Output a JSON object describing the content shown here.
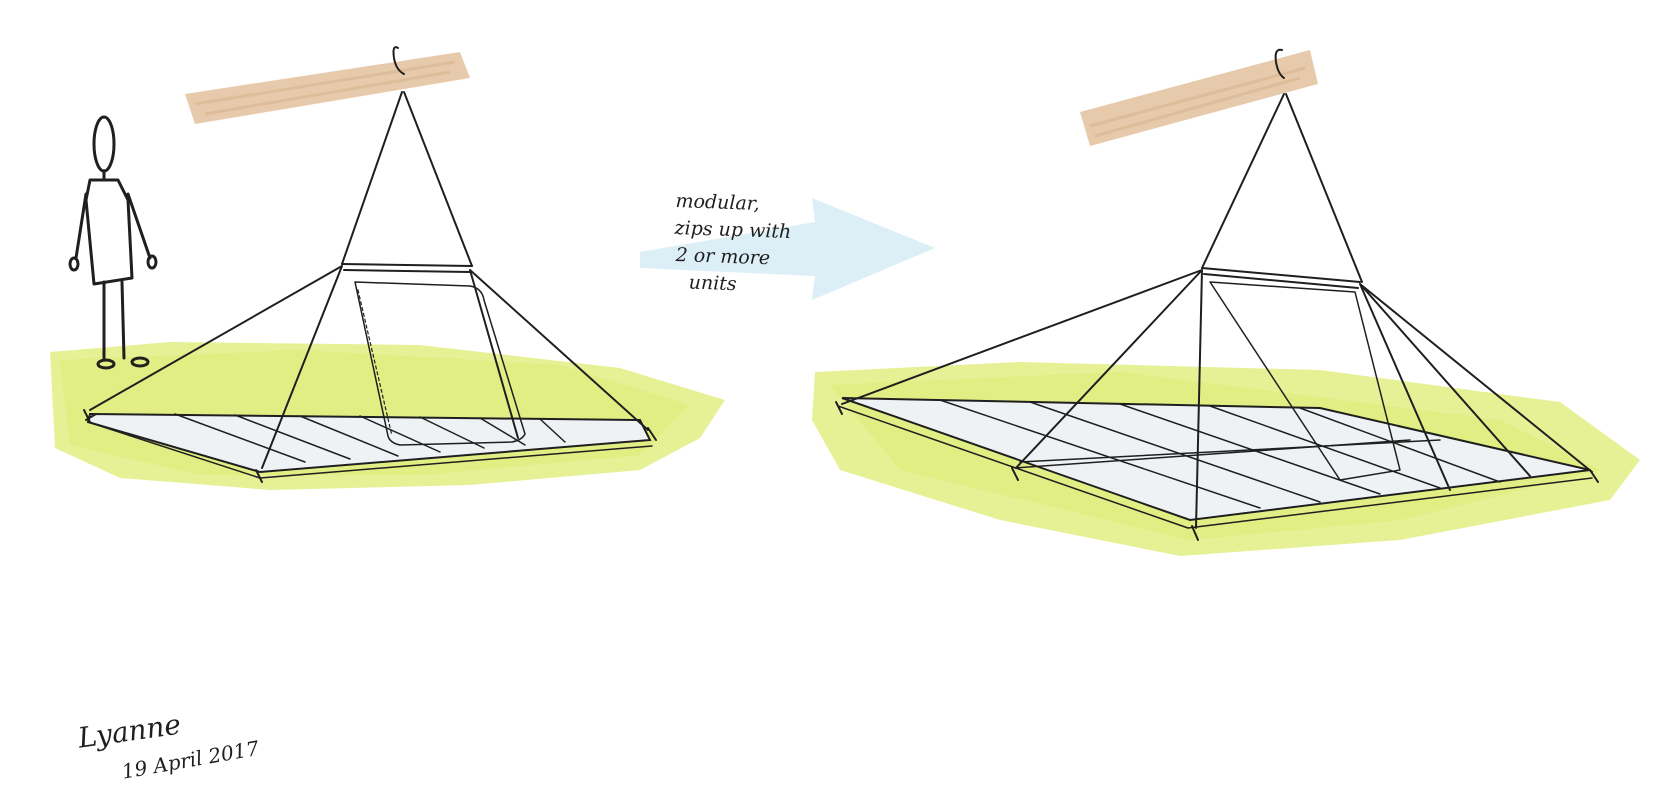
{
  "note": {
    "lines": [
      "modular,",
      "zips up with",
      "2 or more",
      "units"
    ]
  },
  "signature": {
    "name": "Lyanne",
    "date": "19 April 2017"
  },
  "colors": {
    "ground": "#e3f08a",
    "ground_dark": "#d6e86a",
    "branch": "#e4c4a2",
    "wash": "#d6ecf6",
    "ink": "#1f1f1f",
    "mat": "#eef2f4"
  }
}
